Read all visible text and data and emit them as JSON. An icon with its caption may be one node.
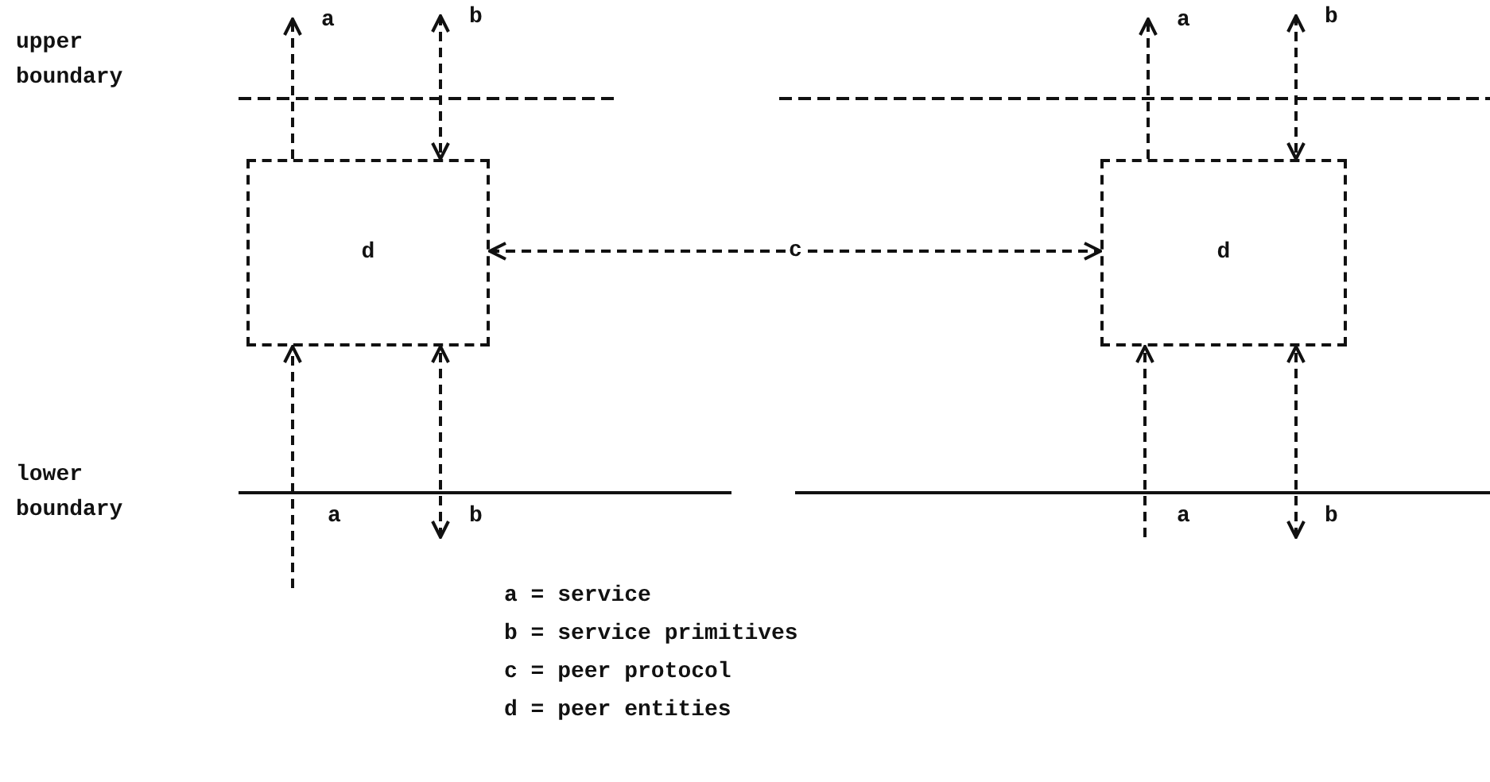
{
  "diagram": {
    "nodes": [
      {
        "text": [
          "d"
        ]
      },
      {
        "text": [
          "d"
        ]
      }
    ],
    "edges": [
      {
        "from": 0,
        "to": null,
        "arrow": "to",
        "label": "a",
        "style": "dashed"
      },
      {
        "from": null,
        "to": 0,
        "arrow": "both",
        "label": "b",
        "style": "dashed"
      },
      {
        "from": 0,
        "to": 1,
        "arrow": "both",
        "label": "c",
        "style": "dashed"
      },
      {
        "from": 1,
        "to": null,
        "arrow": "to",
        "label": "a",
        "style": "dashed"
      },
      {
        "from": null,
        "to": 1,
        "arrow": "both",
        "label": "b",
        "style": "dashed"
      },
      {
        "from": null,
        "to": 0,
        "arrow": "to",
        "label": "a",
        "style": "dashed"
      },
      {
        "from": null,
        "to": 0,
        "arrow": "both",
        "label": "b",
        "style": "dashed"
      },
      {
        "from": null,
        "to": 1,
        "arrow": "to",
        "label": "a",
        "style": "dashed"
      },
      {
        "from": null,
        "to": 1,
        "arrow": "both",
        "label": "b",
        "style": "dashed"
      }
    ],
    "labels": [
      "upper boundary",
      "lower boundary",
      "a = service",
      "b = service primitives",
      "c = peer protocol",
      "d = peer entities"
    ]
  }
}
